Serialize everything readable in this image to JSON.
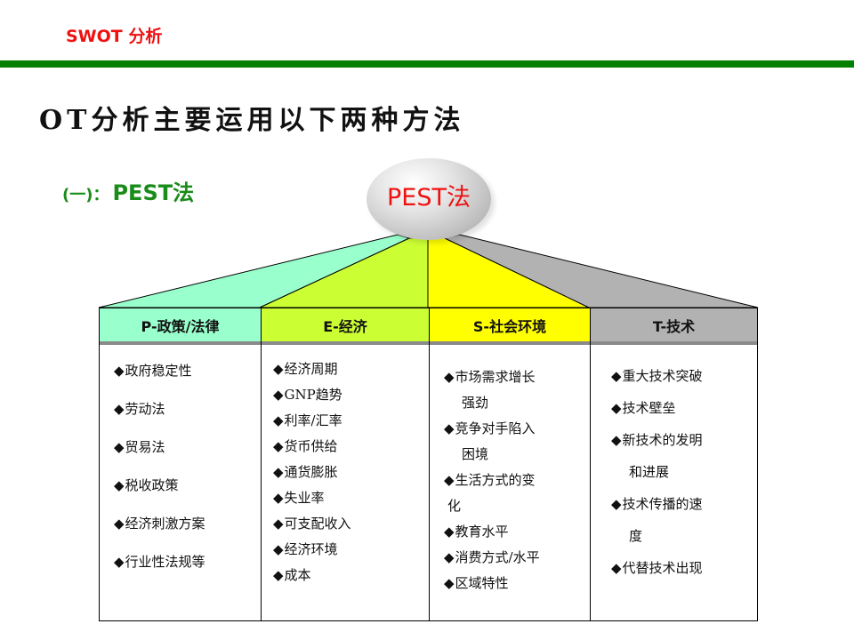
{
  "header": {
    "brand": "SWOT 分析",
    "rule_color": "#007f00"
  },
  "title": "OT分析主要运用以下两种方法",
  "subtitle": {
    "prefix": "(一)：",
    "label": "PEST法"
  },
  "hub": {
    "label": "PEST法",
    "icon": "sphere-icon"
  },
  "columns": [
    {
      "key": "P",
      "header": "P-政策/法律",
      "color": "#99ffcc",
      "items": [
        "政府稳定性",
        "劳动法",
        "贸易法",
        "税收政策",
        "经济刺激方案",
        "行业性法规等"
      ]
    },
    {
      "key": "E",
      "header": "E-经济",
      "color": "#ccff33",
      "items": [
        "经济周期",
        "GNP趋势",
        "利率/汇率",
        "货币供给",
        "通货膨胀",
        "失业率",
        "可支配收入",
        "经济环境",
        "成本"
      ]
    },
    {
      "key": "S",
      "header": "S-社会环境",
      "color": "#ffff00",
      "items": [
        {
          "line1": "市场需求增长",
          "line2": "强劲"
        },
        {
          "line1": "竞争对手陷入",
          "line2": "困境"
        },
        {
          "line1": "生活方式的变",
          "line2": "化"
        },
        {
          "line1": "教育水平"
        },
        {
          "line1": "消费方式/水平"
        },
        {
          "line1": "区域特性"
        }
      ]
    },
    {
      "key": "T",
      "header": "T-技术",
      "color": "#b2b2b2",
      "items": [
        {
          "line1": "重大技术突破"
        },
        {
          "line1": "技术壁垒"
        },
        {
          "line1": "新技术的发明",
          "line2": "和进展"
        },
        {
          "line1": "技术传播的速",
          "line2": "度"
        },
        {
          "line1": "代替技术出现"
        }
      ]
    }
  ],
  "bullet": "◆"
}
